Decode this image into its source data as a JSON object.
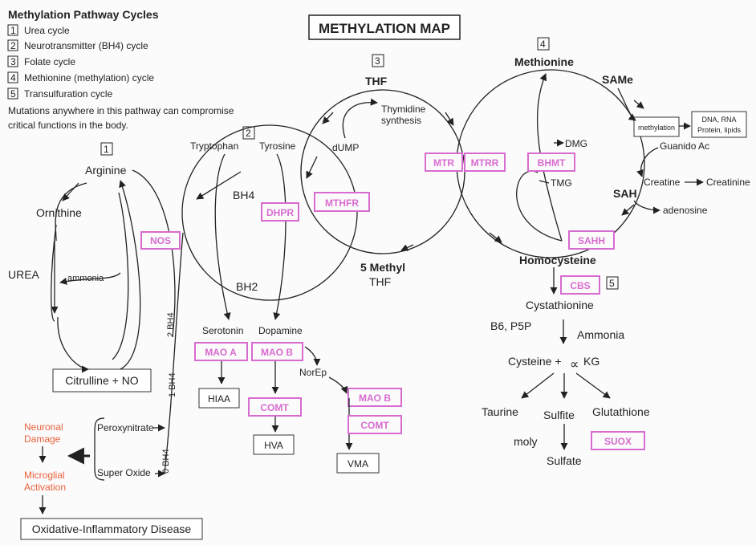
{
  "legend": {
    "title": "Methylation Pathway Cycles",
    "items": [
      {
        "num": "1",
        "label": "Urea cycle"
      },
      {
        "num": "2",
        "label": "Neurotransmitter (BH4) cycle"
      },
      {
        "num": "3",
        "label": "Folate cycle"
      },
      {
        "num": "4",
        "label": "Methionine (methylation) cycle"
      },
      {
        "num": "5",
        "label": "Transulfuration cycle"
      }
    ],
    "note_line1": "Mutations anywhere in this pathway can compromise",
    "note_line2": "critical functions in the body."
  },
  "title": "METHYLATION MAP",
  "cycle_numbers": {
    "urea": "1",
    "bh4": "2",
    "folate": "3",
    "methionine": "4",
    "transsulfuration": "5"
  },
  "urea": {
    "arginine": "Arginine",
    "ornithine": "Ornithine",
    "urea": "UREA",
    "ammonia": "ammonia",
    "citrulline": "Citrulline + NO",
    "nos": "NOS"
  },
  "bh4": {
    "tryptophan": "Tryptophan",
    "tyrosine": "Tyrosine",
    "bh4": "BH4",
    "bh2": "BH2",
    "dhpr": "DHPR",
    "side_2bh4": "2 BH4",
    "side_1bh4": "1 BH4",
    "side_0bh4": "0 BH4"
  },
  "folate": {
    "thf": "THF",
    "thymidine1": "Thymidine",
    "thymidine2": "synthesis",
    "dump": "dUMP",
    "methyl_thf1": "5 Methyl",
    "methyl_thf2": "THF",
    "mthfr": "MTHFR"
  },
  "neuro": {
    "serotonin": "Serotonin",
    "dopamine": "Dopamine",
    "mao_a": "MAO A",
    "mao_b": "MAO B",
    "hiaa": "HIAA",
    "comt": "COMT",
    "hva": "HVA",
    "norep": "NorEp",
    "mao_b2": "MAO B",
    "comt2": "COMT",
    "vma": "VMA"
  },
  "methionine": {
    "methionine": "Methionine",
    "same": "SAMe",
    "methylation": "methylation",
    "products1": "DNA, RNA",
    "products2": "Protein, lipids",
    "guanido": "Guanido Ac",
    "creatine": "Creatine",
    "creatinine": "Creatinine",
    "sah": "SAH",
    "adenosine": "adenosine",
    "dmg": "DMG",
    "tmg": "TMG",
    "mtr": "MTR",
    "mtrr": "MTRR",
    "bhmt": "BHMT",
    "sahh": "SAHH",
    "homocysteine": "Homocysteine"
  },
  "transsulfuration": {
    "cbs": "CBS",
    "cystathionine": "Cystathionine",
    "b6": "B6, P5P",
    "ammonia": "Ammonia",
    "cysteine": "Cysteine +",
    "alpha": "∝",
    "kg": "KG",
    "taurine": "Taurine",
    "sulfite": "Sulfite",
    "glutathione": "Glutathione",
    "moly": "moly",
    "suox": "SUOX",
    "sulfate": "Sulfate"
  },
  "stress": {
    "peroxynitrate": "Peroxynitrate",
    "superoxide": "Super Oxide",
    "neuronal1": "Neuronal",
    "neuronal2": "Damage",
    "microglial1": "Microglial",
    "microglial2": "Activation",
    "disease": "Oxidative-Inflammatory Disease"
  },
  "colors": {
    "enzyme": "#d86bd0",
    "damage": "#e8603a",
    "line": "#222222"
  }
}
